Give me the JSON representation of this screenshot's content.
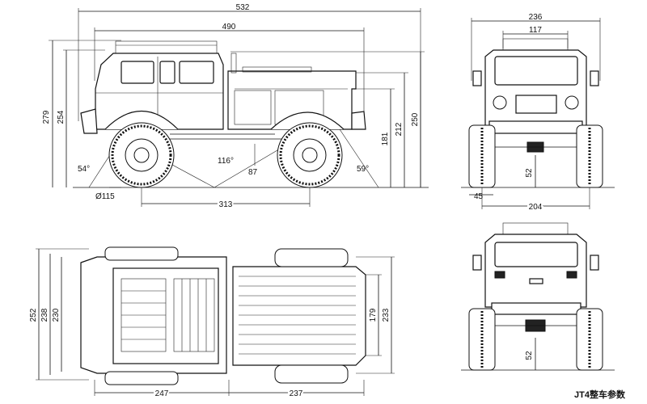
{
  "side_view": {
    "overall_length": "532",
    "body_length": "490",
    "height_roof": "279",
    "height_body": "254",
    "height_right": "212",
    "height_overall": "250",
    "height_bed": "181",
    "wheelbase": "313",
    "tire_diameter": "Ø115",
    "approach_angle": "54°",
    "departure_angle": "59°",
    "breakover_angle": "116°",
    "clearance": "87"
  },
  "front_view": {
    "overall_width": "236",
    "roof_rack_width": "117",
    "ground_clearance": "52",
    "wheel_offset": "45",
    "track_width": "204"
  },
  "top_view": {
    "width_252": "252",
    "width_238": "238",
    "width_230": "230",
    "bed_width": "179",
    "bed_outer": "233",
    "front_length": "247",
    "rear_length": "237"
  },
  "rear_view": {
    "ground_clearance": "52"
  },
  "caption": "JT4整车参数"
}
